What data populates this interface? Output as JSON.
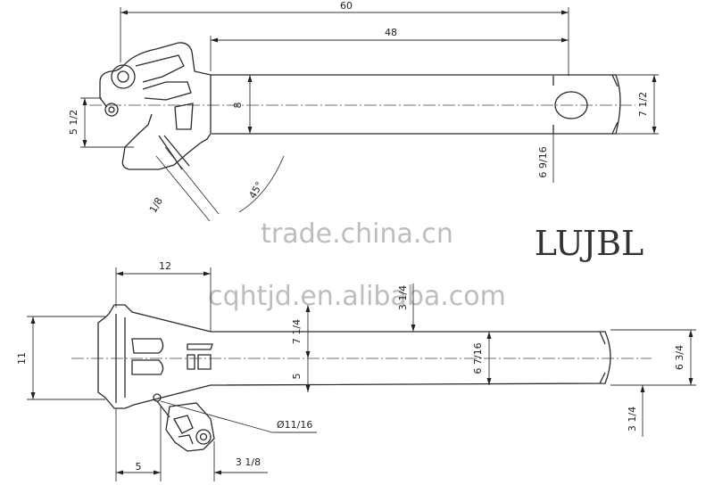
{
  "dimensions": {
    "top_overall": "60",
    "top_handle": "48",
    "top_height_left": "5 1/2",
    "top_jaw": "8",
    "top_end": "7 1/2",
    "top_hole": "6 9/16",
    "top_angle_small": "1/8",
    "top_angle": "45°",
    "bottom_width": "12",
    "bottom_left_height": "11",
    "bottom_upper_jaw": "7 1/4",
    "bottom_lower_jaw": "5",
    "bottom_handle_top": "3 1/4",
    "bottom_handle_mid": "6 7/16",
    "bottom_end": "6 3/4",
    "bottom_end_lower": "3 1/4",
    "bottom_pin": "Ø11/16",
    "bottom_left_small": "5",
    "bottom_right_small": "3 1/8"
  },
  "watermarks": {
    "line1": "trade.china.cn",
    "line2": "cqhtjd.en.alibaba.com"
  },
  "logo_text": "LUJBL"
}
